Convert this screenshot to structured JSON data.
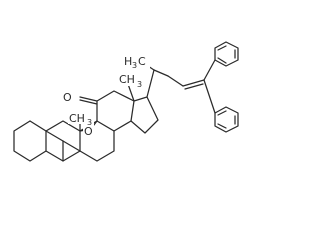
{
  "diagram": {
    "type": "skeletal-structure",
    "labels": {
      "oxygen_carbonyl": "O",
      "oxygen_epoxide": "O",
      "methyl_13": "CH",
      "methyl_13_sub": "3",
      "methyl_10": "CH",
      "methyl_10_sub": "3",
      "methyl_20": "H",
      "methyl_20_c": "C",
      "methyl_20_sub": "3"
    },
    "colors": {
      "bond": "#2b2b2b",
      "background": "#ffffff"
    }
  }
}
